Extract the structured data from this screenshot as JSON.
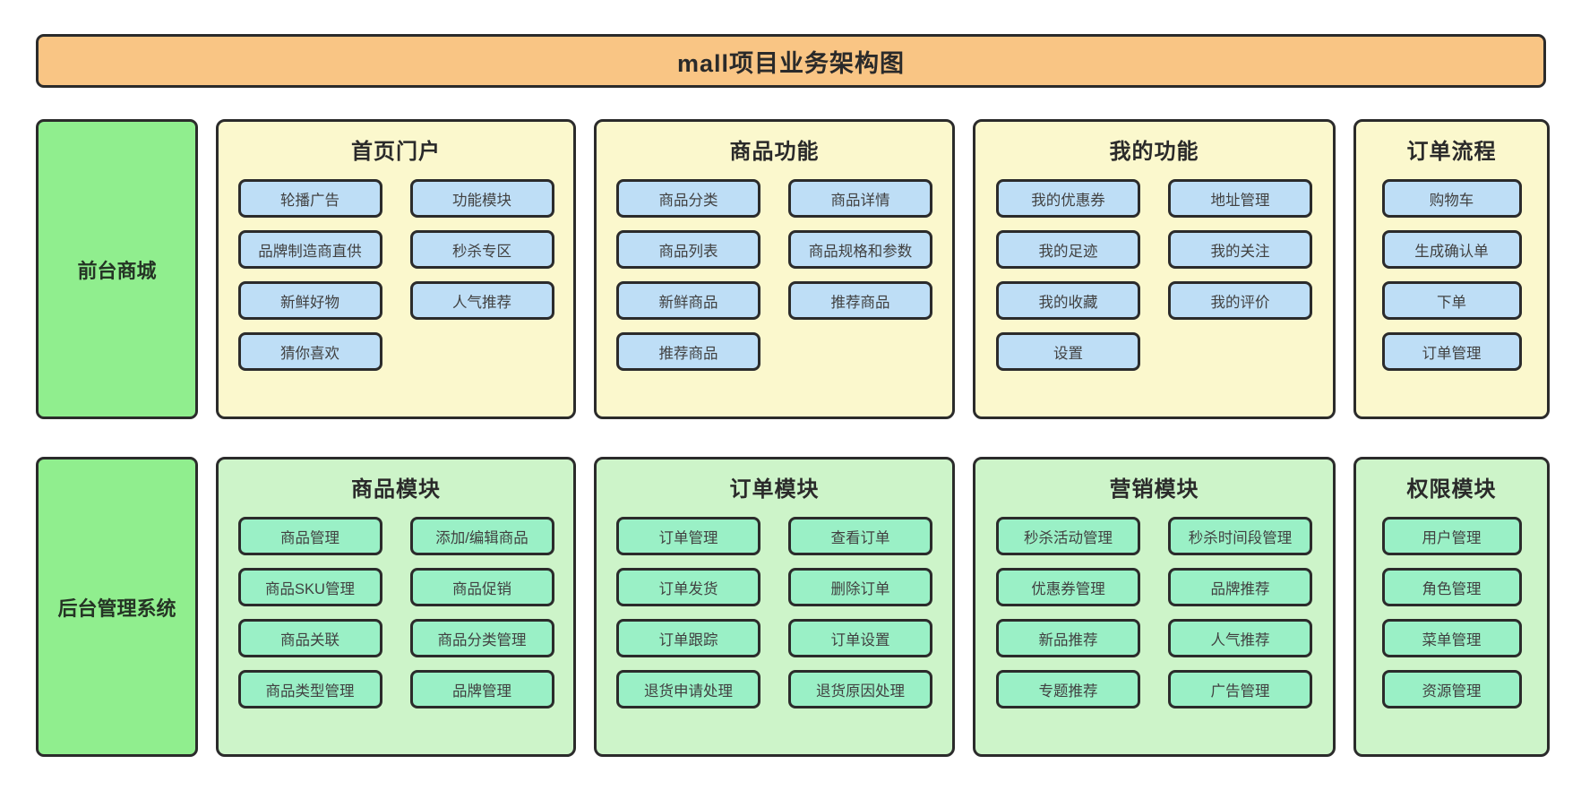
{
  "title": "mall项目业务架构图",
  "colors": {
    "banner_bg": "#f9c584",
    "sidebar_bg": "#90ee8e",
    "front_panel_bg": "#fbf8cd",
    "front_node_bg": "#bedef6",
    "back_panel_bg": "#cdf4c9",
    "back_node_bg": "#9af0c6",
    "border": "#2b2b2b"
  },
  "rows": [
    {
      "sidebar": "前台商城",
      "theme": "front",
      "panels": [
        {
          "title": "首页门户",
          "columns": [
            [
              "轮播广告",
              "品牌制造商直供",
              "新鲜好物",
              "猜你喜欢"
            ],
            [
              "功能模块",
              "秒杀专区",
              "人气推荐"
            ]
          ]
        },
        {
          "title": "商品功能",
          "columns": [
            [
              "商品分类",
              "商品列表",
              "新鲜商品",
              "推荐商品"
            ],
            [
              "商品详情",
              "商品规格和参数",
              "推荐商品"
            ]
          ]
        },
        {
          "title": "我的功能",
          "columns": [
            [
              "我的优惠券",
              "我的足迹",
              "我的收藏",
              "设置"
            ],
            [
              "地址管理",
              "我的关注",
              "我的评价"
            ]
          ]
        },
        {
          "title": "订单流程",
          "columns": [
            [
              "购物车",
              "生成确认单",
              "下单",
              "订单管理"
            ]
          ]
        }
      ]
    },
    {
      "sidebar": "后台管理系统",
      "theme": "back",
      "panels": [
        {
          "title": "商品模块",
          "columns": [
            [
              "商品管理",
              "商品SKU管理",
              "商品关联",
              "商品类型管理"
            ],
            [
              "添加/编辑商品",
              "商品促销",
              "商品分类管理",
              "品牌管理"
            ]
          ]
        },
        {
          "title": "订单模块",
          "columns": [
            [
              "订单管理",
              "订单发货",
              "订单跟踪",
              "退货申请处理"
            ],
            [
              "查看订单",
              "删除订单",
              "订单设置",
              "退货原因处理"
            ]
          ]
        },
        {
          "title": "营销模块",
          "columns": [
            [
              "秒杀活动管理",
              "优惠券管理",
              "新品推荐",
              "专题推荐"
            ],
            [
              "秒杀时间段管理",
              "品牌推荐",
              "人气推荐",
              "广告管理"
            ]
          ]
        },
        {
          "title": "权限模块",
          "columns": [
            [
              "用户管理",
              "角色管理",
              "菜单管理",
              "资源管理"
            ]
          ]
        }
      ]
    }
  ]
}
